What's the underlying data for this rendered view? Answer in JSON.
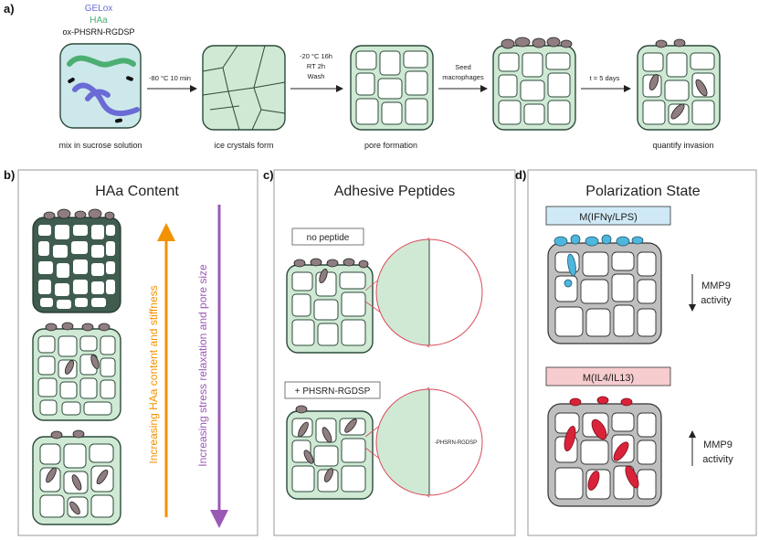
{
  "panel_a": {
    "letter": "a)",
    "components": {
      "gelox": "GELox",
      "haa": "HAa",
      "peptide": "ox-PHSRN-RGDSP"
    },
    "steps": [
      {
        "caption": "mix in sucrose solution"
      },
      {
        "caption": "ice crystals form"
      },
      {
        "caption": "pore formation"
      },
      {
        "caption": ""
      },
      {
        "caption": "quantify invasion"
      }
    ],
    "arrow_labels": [
      [
        "-80 °C 10 min"
      ],
      [
        "-20 °C 16h",
        "RT 2h",
        "Wash"
      ],
      [
        "Seed",
        "macrophages"
      ],
      [
        "t = 5 days"
      ]
    ]
  },
  "panel_b": {
    "letter": "b)",
    "title": "HAa Content",
    "up_label": "Increasing HAa content and stiffness",
    "down_label": "Increasing stress relaxation and pore size"
  },
  "panel_c": {
    "letter": "c)",
    "title": "Adhesive Peptides",
    "top_label": "no peptide",
    "bottom_label": "+ PHSRN-RGDSP",
    "zoom_label": "-PHSRN-RGDSP"
  },
  "panel_d": {
    "letter": "d)",
    "title": "Polarization State",
    "top_label": "M(IFNγ/LPS)",
    "bottom_label": "M(IL4/IL13)",
    "top_effect": [
      "MMP9",
      "activity"
    ],
    "bottom_effect": [
      "MMP9",
      "activity"
    ]
  },
  "colors": {
    "gelox": "#6b6bd6",
    "haa": "#4caf72",
    "scaffold_fill": "#cfe9d4",
    "scaffold_stroke": "#2c4a3a",
    "dark_scaffold": "#3f5c4f",
    "mid_scaffold": "#5e8e74",
    "solution_bg": "#cde8ea",
    "cell": "#8f7d80",
    "orange": "#f39200",
    "purple": "#9b59b6",
    "blue_cell": "#4fb6dc",
    "red_cell": "#d9233a",
    "blue_box": "#cfe9f6",
    "red_box": "#f7cccf",
    "grey_scaffold": "#bfbfbf"
  }
}
